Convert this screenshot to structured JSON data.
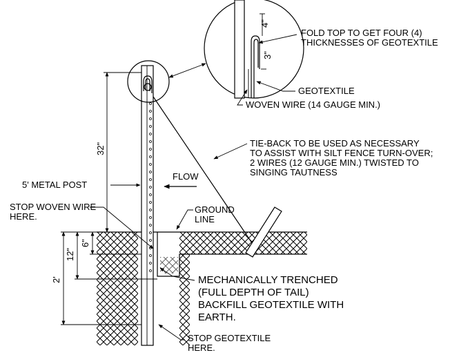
{
  "labels": {
    "fold_top": [
      "FOLD TOP TO GET FOUR (4)",
      "THICKNESSES OF GEOTEXTILE"
    ],
    "geotextile": "GEOTEXTILE",
    "woven_wire": "WOVEN WIRE (14 GAUGE MIN.)",
    "tie_back": [
      "TIE-BACK TO BE USED AS NECESSARY",
      "TO ASSIST WITH SILT FENCE TURN-OVER;",
      "2 WIRES (12 GAUGE MIN.) TWISTED TO",
      "SINGING TAUTNESS"
    ],
    "metal_post": "5' METAL POST",
    "flow": "FLOW",
    "stop_woven_wire": [
      "STOP WOVEN WIRE",
      "HERE."
    ],
    "ground_line": [
      "GROUND",
      "LINE"
    ],
    "trenched": [
      "MECHANICALLY TRENCHED",
      "(FULL DEPTH OF TAIL)",
      "BACKFILL GEOTEXTILE WITH",
      "EARTH."
    ],
    "stop_geotextile": [
      "STOP GEOTEXTILE",
      "HERE."
    ]
  },
  "dimensions": {
    "post_height": "32\"",
    "tail_depth": "12\"",
    "shallow": "6\"",
    "embed": "2'",
    "fold_4": "4\"",
    "fold_3": "3\""
  }
}
